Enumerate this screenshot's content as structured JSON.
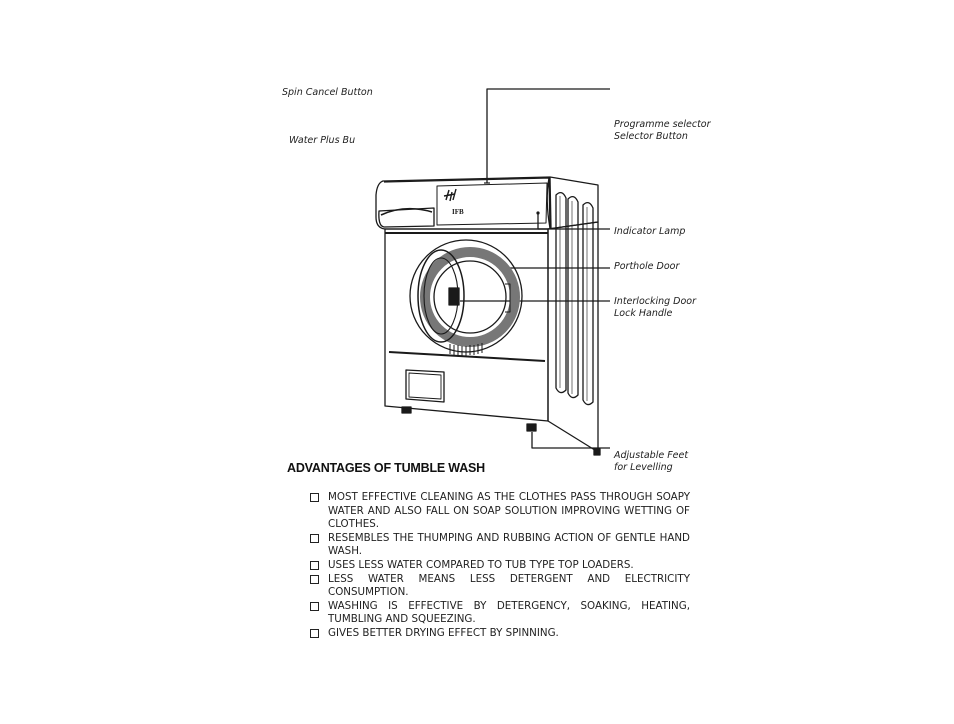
{
  "labels": {
    "spin_cancel": "Spin Cancel Button",
    "water_plus": "Water Plus Bu",
    "programme_selector_1": "Programme selector",
    "programme_selector_2": "Selector Button",
    "indicator_lamp": "Indicator Lamp",
    "porthole_door": "Porthole Door",
    "interlock_1": "Interlocking Door",
    "interlock_2": "Lock Handle",
    "feet_1": "Adjustable Feet",
    "feet_2": "for Levelling"
  },
  "machine": {
    "brand_mark": "IFB"
  },
  "advantages": {
    "heading": "ADVANTAGES OF TUMBLE WASH",
    "items": [
      "MOST EFFECTIVE CLEANING AS THE CLOTHES PASS THROUGH SOAPY WATER AND ALSO FALL ON SOAP SOLUTION IMPROVING WETTING OF CLOTHES.",
      "RESEMBLES THE THUMPING AND RUBBING ACTION OF GENTLE HAND WASH.",
      "USES LESS WATER COMPARED TO TUB TYPE TOP LOADERS.",
      "LESS WATER MEANS LESS DETERGENT AND ELECTRICITY CONSUMPTION.",
      "WASHING IS EFFECTIVE BY DETERGENCY, SOAKING, HEATING, TUMBLING AND SQUEEZING.",
      "GIVES BETTER DRYING EFFECT BY SPINNING."
    ]
  }
}
